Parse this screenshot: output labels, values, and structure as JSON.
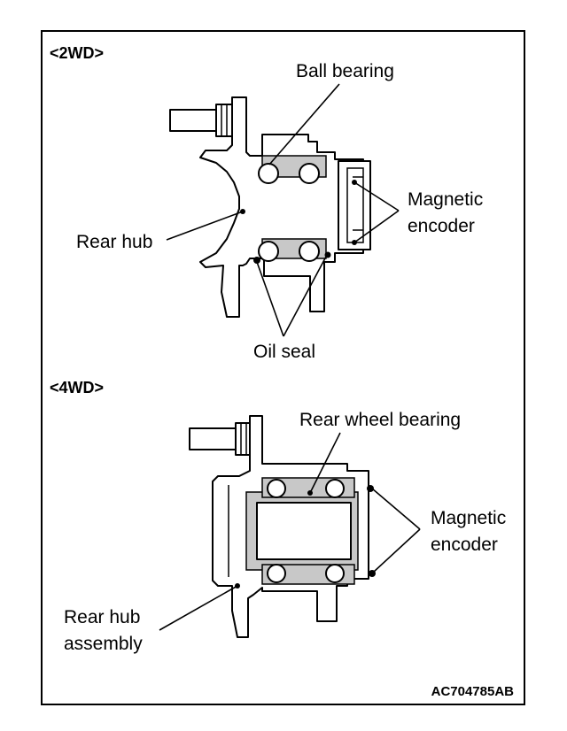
{
  "sections": {
    "top": "<2WD>",
    "bottom": "<4WD>"
  },
  "labels_2wd": {
    "ball_bearing": "Ball bearing",
    "rear_hub": "Rear hub",
    "magnetic_encoder_line1": "Magnetic",
    "magnetic_encoder_line2": "encoder",
    "oil_seal": "Oil seal"
  },
  "labels_4wd": {
    "rear_wheel_bearing": "Rear wheel bearing",
    "magnetic_encoder_line1": "Magnetic",
    "magnetic_encoder_line2": "encoder",
    "rear_hub_assembly_line1": "Rear hub",
    "rear_hub_assembly_line2": "assembly"
  },
  "figure_code": "AC704785AB"
}
